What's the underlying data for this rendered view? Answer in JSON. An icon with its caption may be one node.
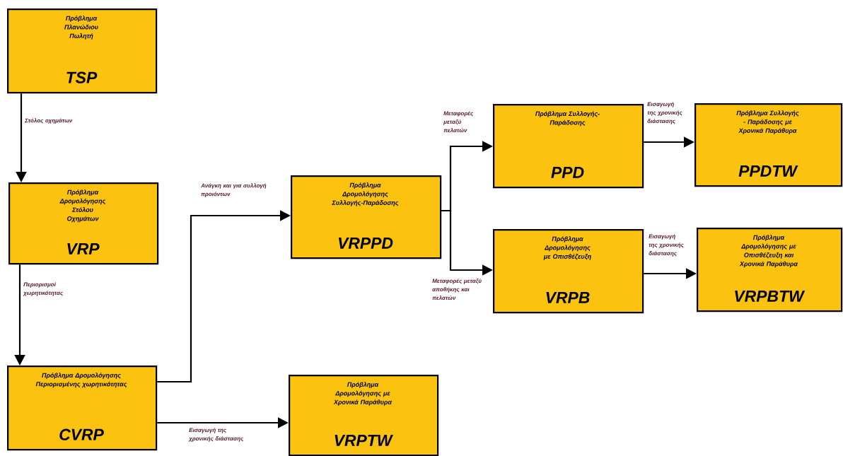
{
  "diagram": {
    "nodes": [
      {
        "text": [
          "Πρόβλημα Πλανώδιου Πωλητή",
          "TSP"
        ]
      },
      {
        "text": [
          "Πρόβλημα Δρομολόγησης Στόλου Οχημάτων",
          "VRP"
        ]
      },
      {
        "text": [
          "Πρόβλημα Δρομολόγησης Περιορισμένης χωρητικότητας",
          "CVRP"
        ]
      },
      {
        "text": [
          "Πρόβλημα Δρομολόγησης Συλλογής-Παράδοσης",
          "VRPPD"
        ]
      },
      {
        "text": [
          "Πρόβλημα Δρομολόγησης με Χρονικά Παράθυρα",
          "VRPTW"
        ]
      },
      {
        "text": [
          "Πρόβλημα Συλλογής-Παράδοσης",
          "PPD"
        ]
      },
      {
        "text": [
          "Πρόβλημα Συλλογής - Παράδοσης με Χρονικά Παράθυρα",
          "PPDTW"
        ]
      },
      {
        "text": [
          "Πρόβλημα Δρομολόγησης με Οπισθέζευξη",
          "VRPB"
        ]
      },
      {
        "text": [
          "Πρόβλημα Δρομολόγησης με Οπισθέζευξη και Χρονικά Παράθυρα",
          "VRPBTW"
        ]
      }
    ],
    "edges": [
      {
        "from": 0,
        "to": 1,
        "arrow": "to",
        "label": "Στόλος οχημάτων"
      },
      {
        "from": 1,
        "to": 2,
        "arrow": "to",
        "label": "Περιορισμοί χωρητικότητας"
      },
      {
        "from": 2,
        "to": 3,
        "arrow": "to",
        "label": "Ανάγκη και για συλλογή προιόντων"
      },
      {
        "from": 2,
        "to": 4,
        "arrow": "to",
        "label": "Εισαγωγή της χρονικής διάστασης"
      },
      {
        "from": 3,
        "to": 5,
        "arrow": "to",
        "label": "Μεταφορές μεταξύ πελατών"
      },
      {
        "from": 3,
        "to": 7,
        "arrow": "to",
        "label": "Μεταφορές μεταξύ αποθήκης και πελατών"
      },
      {
        "from": 5,
        "to": 6,
        "arrow": "to",
        "label": "Εισαγωγή της χρονικής διάστασης"
      },
      {
        "from": 7,
        "to": 8,
        "arrow": "to",
        "label": "Εισαγωγή της χρονικής διάστασης"
      }
    ]
  }
}
